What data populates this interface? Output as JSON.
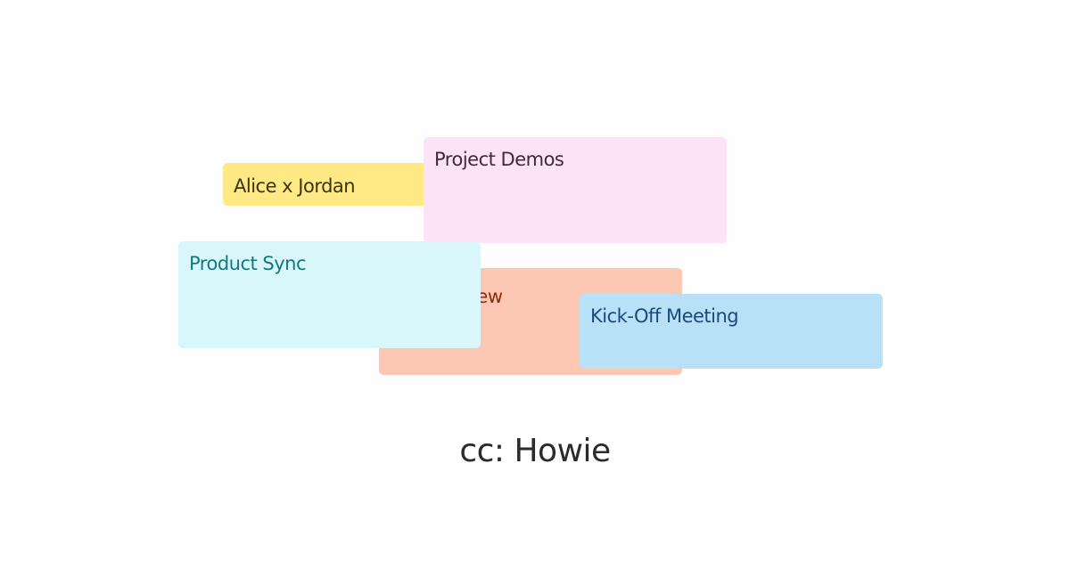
{
  "cards": {
    "alice": {
      "label": "Alice x Jordan",
      "color": "#fee984"
    },
    "demos": {
      "label": "Project Demos",
      "color": "#fde3f8"
    },
    "interview": {
      "label": "rview",
      "color": "#fdc8b3"
    },
    "sync": {
      "label": "Product Sync",
      "color": "#d9f6fa"
    },
    "kickoff": {
      "label": "Kick-Off Meeting",
      "color": "#b8e0f7"
    }
  },
  "footer": {
    "cc_text": "cc: Howie"
  }
}
